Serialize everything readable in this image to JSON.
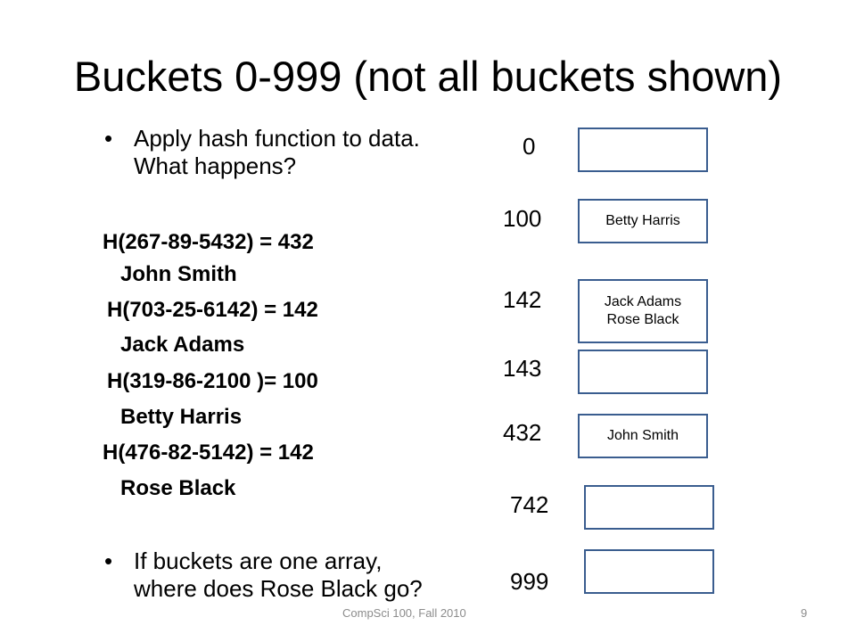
{
  "slide": {
    "title": "Buckets 0-999 (not all buckets shown)",
    "bullets": {
      "first": [
        "Apply hash function to data.",
        "What happens?"
      ],
      "second": [
        "If buckets are one array,",
        "where does Rose Black go?"
      ],
      "marker": "•"
    },
    "hash_lines": [
      "H(267-89-5432) = 432",
      "John Smith",
      "H(703-25-6142) = 142",
      "Jack Adams",
      "H(319-86-2100 )= 100",
      "Betty Harris",
      "H(476-82-5142) = 142",
      "Rose Black"
    ],
    "buckets": [
      {
        "label": "0",
        "contents": []
      },
      {
        "label": "100",
        "contents": [
          "Betty Harris"
        ]
      },
      {
        "label": "142",
        "contents": [
          "Jack Adams",
          "Rose Black"
        ]
      },
      {
        "label": "143",
        "contents": []
      },
      {
        "label": "432",
        "contents": [
          "John Smith"
        ]
      },
      {
        "label": "742",
        "contents": []
      },
      {
        "label": "999",
        "contents": []
      }
    ],
    "footer": {
      "course": "CompSci 100, Fall 2010",
      "page": "9"
    },
    "colors": {
      "box_border": "#3a5d8f",
      "footer_text": "#8c8c8c"
    }
  }
}
